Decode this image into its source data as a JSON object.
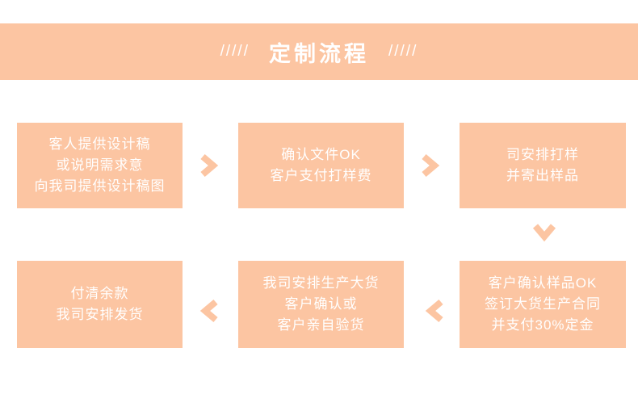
{
  "colors": {
    "accent": "#fcc5a2",
    "text_on_accent": "#ffffff",
    "page_background": "#ffffff"
  },
  "header": {
    "slashes_left": "/////",
    "title": "定制流程",
    "slashes_right": "/////"
  },
  "flow": {
    "steps": [
      {
        "name": "step-1",
        "lines": [
          "客人提供设计稿",
          "或说明需求意",
          "向我司提供设计稿图"
        ]
      },
      {
        "name": "step-2",
        "lines": [
          "确认文件OK",
          "客户支付打样费"
        ]
      },
      {
        "name": "step-3",
        "lines": [
          "司安排打样",
          "并寄出样品"
        ]
      },
      {
        "name": "step-4",
        "lines": [
          "客户确认样品OK",
          "签订大货生产合同",
          "并支付30%定金"
        ]
      },
      {
        "name": "step-5",
        "lines": [
          "我司安排生产大货",
          "客户确认或",
          "客户亲自验货"
        ]
      },
      {
        "name": "step-6",
        "lines": [
          "付清余款",
          "我司安排发货"
        ]
      }
    ],
    "arrows": [
      {
        "from": 1,
        "to": 2,
        "direction": "right"
      },
      {
        "from": 2,
        "to": 3,
        "direction": "right"
      },
      {
        "from": 3,
        "to": 4,
        "direction": "down"
      },
      {
        "from": 4,
        "to": 5,
        "direction": "left"
      },
      {
        "from": 5,
        "to": 6,
        "direction": "left"
      }
    ]
  }
}
